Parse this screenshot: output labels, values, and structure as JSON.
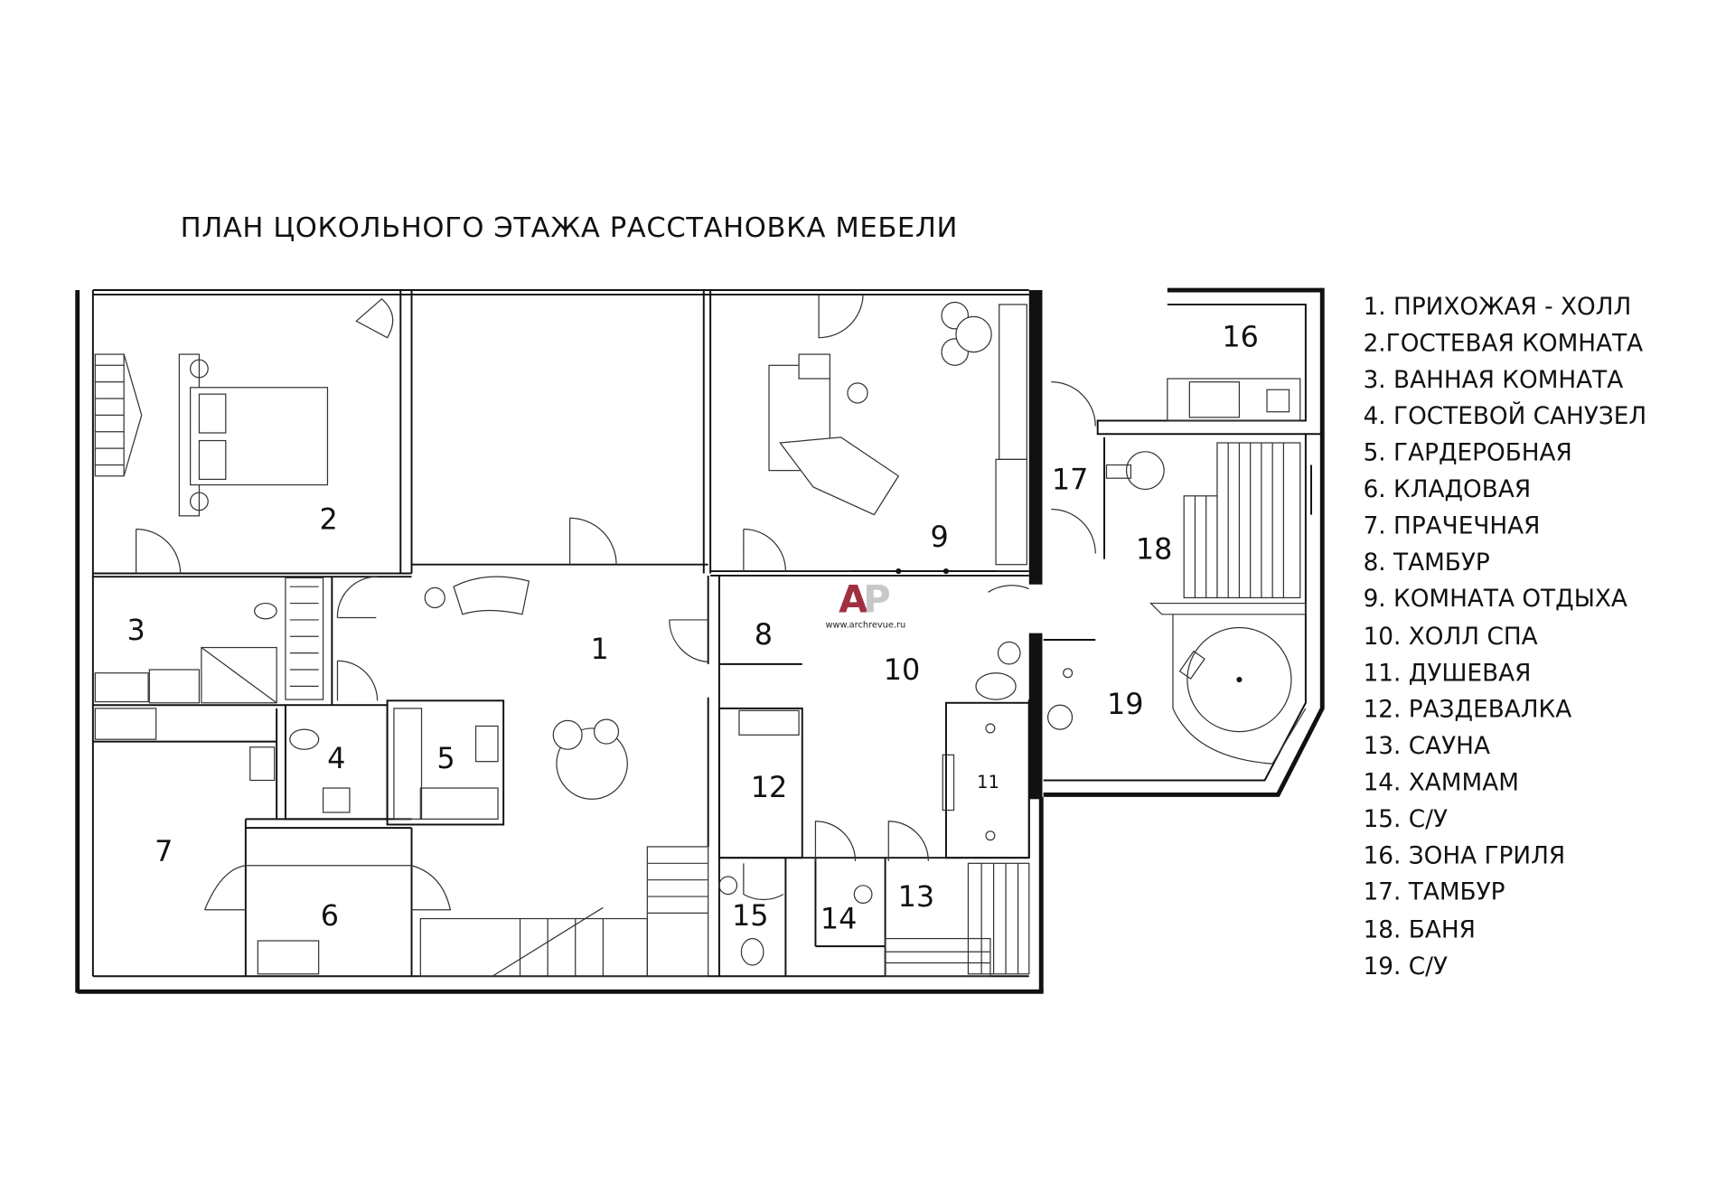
{
  "title": "ПЛАН ЦОКОЛЬНОГО ЭТАЖА РАССТАНОВКА МЕБЕЛИ",
  "rooms": [
    "1",
    "2",
    "3",
    "4",
    "5",
    "6",
    "7",
    "8",
    "9",
    "10",
    "11",
    "12",
    "13",
    "14",
    "15",
    "16",
    "17",
    "18",
    "19"
  ],
  "legend": [
    "1. ПРИХОЖАЯ - ХОЛЛ",
    "2.ГОСТЕВАЯ КОМНАТА",
    "3. ВАННАЯ КОМНАТА",
    "4. ГОСТЕВОЙ САНУЗЕЛ",
    "5. ГАРДЕРОБНАЯ",
    "6. КЛАДОВАЯ",
    "7. ПРАЧЕЧНАЯ",
    "8. ТАМБУР",
    "9. КОМНАТА ОТДЫХА",
    "10. ХОЛЛ СПА",
    "11. ДУШЕВАЯ",
    "12. РАЗДЕВАЛКА",
    "13. САУНА",
    "14. ХАММАМ",
    "15. С/У",
    "16. ЗОНА ГРИЛЯ",
    "17. ТАМБУР",
    "18. БАНЯ",
    "19. С/У"
  ],
  "watermark": {
    "logo_a": "A",
    "logo_p": "P",
    "url": "www.archrevue.ru",
    "color": "#a03040"
  }
}
